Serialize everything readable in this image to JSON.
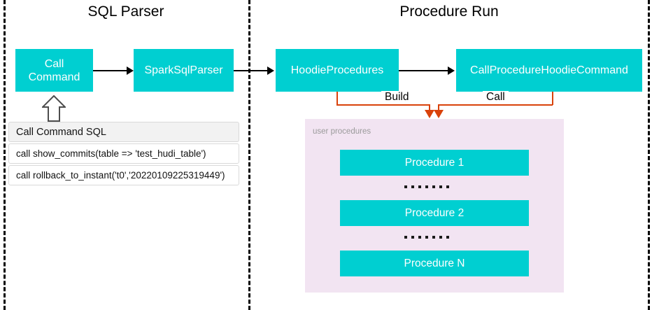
{
  "diagram": {
    "sections": [
      {
        "title": "SQL Parser"
      },
      {
        "title": "Procedure Run"
      }
    ],
    "nodes": {
      "call_command": "Call\nCommand",
      "call_command_line1": "Call",
      "call_command_line2": "Command",
      "spark_sql_parser": "SparkSqlParser",
      "hoodie_procedures": "HoodieProcedures",
      "call_procedure_hoodie_command": "CallProcedureHoodieCommand"
    },
    "edges": {
      "build_label": "Build",
      "call_label": "Call"
    },
    "sql_table": {
      "header": "Call Command SQL",
      "rows": [
        "call show_commits(table => 'test_hudi_table')",
        "call rollback_to_instant('t0','20220109225319449')"
      ]
    },
    "procedures_panel": {
      "label": "user procedures",
      "items": [
        "Procedure 1",
        "Procedure 2",
        "Procedure N"
      ],
      "ellipsis": "........"
    },
    "colors": {
      "teal": "#00CFD1",
      "panel": "#F2E4F2",
      "orange": "#D9420B",
      "divider": "#000000",
      "sql_header_bg": "#f2f2f2",
      "label_gray": "#9a9a9a"
    }
  }
}
